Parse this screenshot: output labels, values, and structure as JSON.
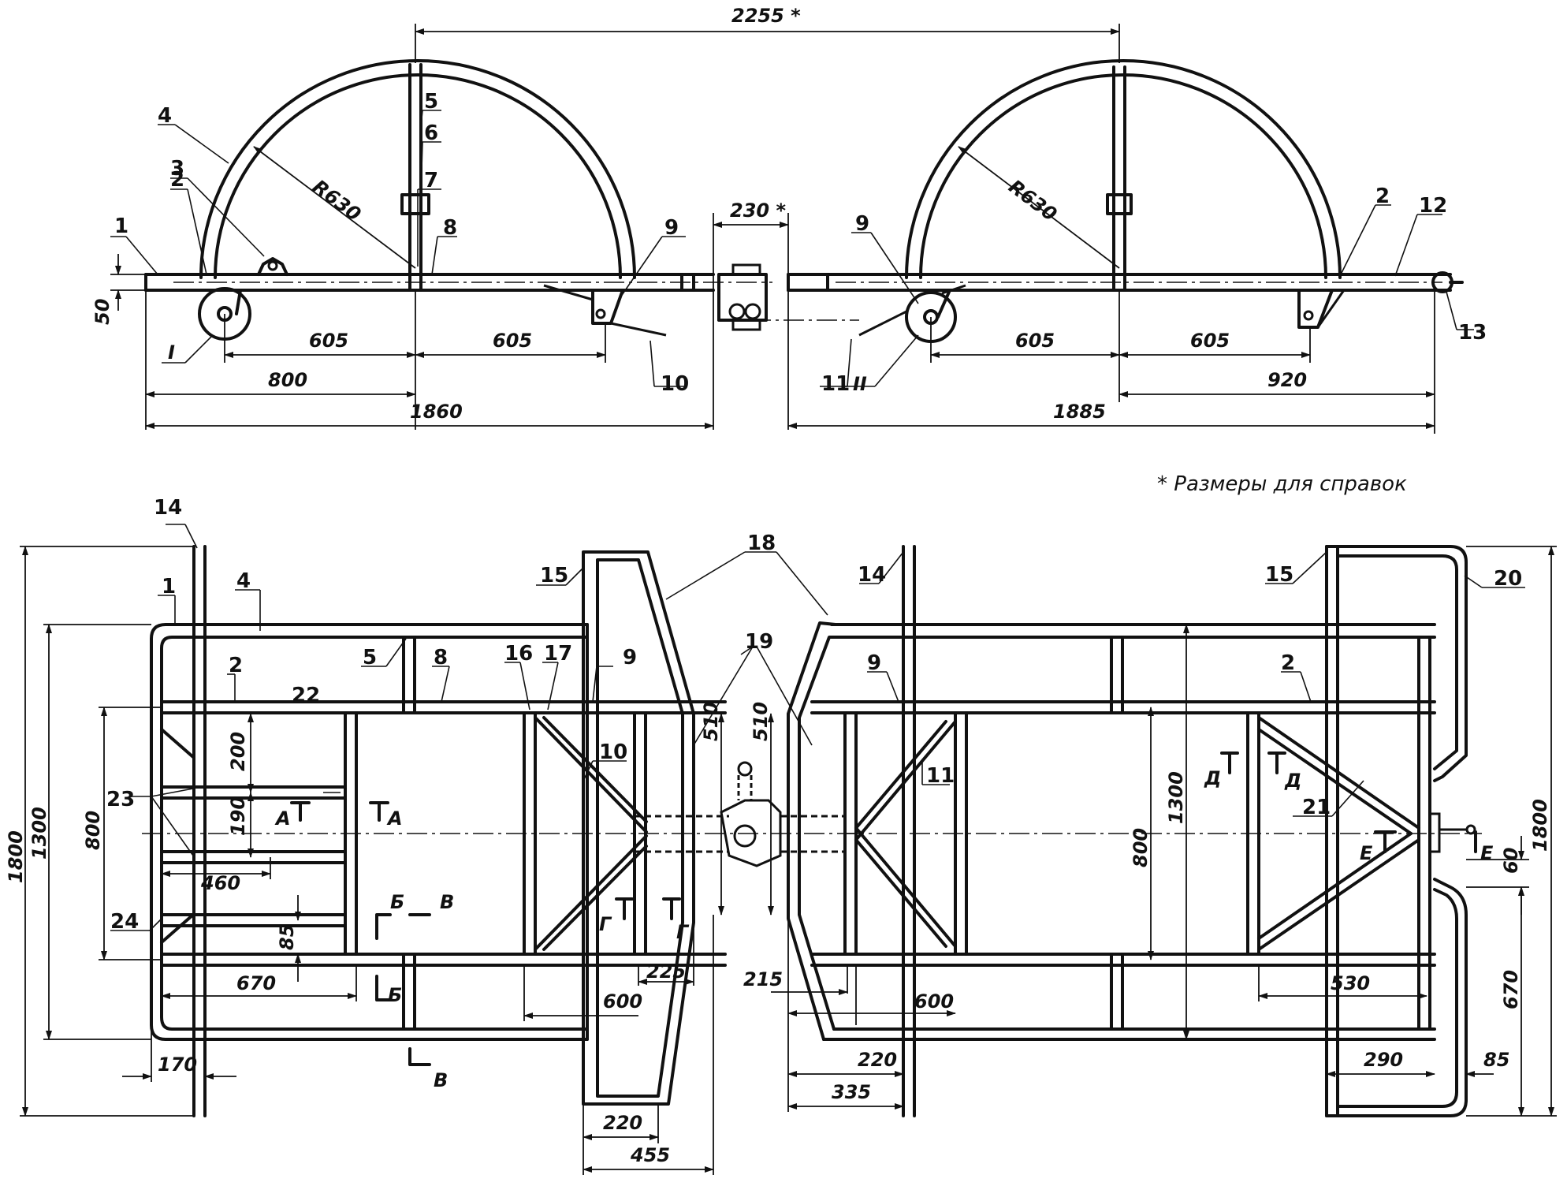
{
  "side_view": {
    "dimensions": {
      "top_span": "2255 *",
      "gap": "230 *",
      "radius_left": "R630",
      "radius_right": "R630",
      "height": "50",
      "l_605_a": "605",
      "l_605_b": "605",
      "l_800": "800",
      "l_1860": "1860",
      "r_605_a": "605",
      "r_605_b": "605",
      "r_920": "920",
      "r_1885": "1885"
    },
    "parts": {
      "p1": "1",
      "p2": "2",
      "p3": "3",
      "p4": "4",
      "p5": "5",
      "p6": "6",
      "p7": "7",
      "p8": "8",
      "p9": "9",
      "p10": "10",
      "p9b": "9",
      "p11": "11",
      "p2b": "2",
      "p12": "12",
      "p13": "13"
    },
    "views": {
      "v1": "I",
      "v2": "II"
    }
  },
  "note": "* Размеры для справок",
  "plan_view": {
    "dimensions": {
      "h1800_left": "1800",
      "h1300_left": "1300",
      "h800_left": "800",
      "d200": "200",
      "d190": "190",
      "d460": "460",
      "d85a": "85",
      "d670a": "670",
      "d170": "170",
      "d600a": "600",
      "d225": "225",
      "d220a": "220",
      "d455": "455",
      "d510a": "510",
      "d510b": "510",
      "d215": "215",
      "d600b": "600",
      "d220b": "220",
      "d335": "335",
      "h1300_right": "1300",
      "h800_right": "800",
      "d530": "530",
      "d290": "290",
      "d85b": "85",
      "d60": "60",
      "d670b": "670",
      "h1800_right": "1800"
    },
    "parts": {
      "p14a": "14",
      "p1": "1",
      "p4": "4",
      "p15a": "15",
      "p18": "18",
      "p19": "19",
      "p2a": "2",
      "p5": "5",
      "p8": "8",
      "p16": "16",
      "p17": "17",
      "p9a": "9",
      "p10": "10",
      "p22": "22",
      "p23": "23",
      "p24": "24",
      "p14b": "14",
      "p15b": "15",
      "p20": "20",
      "p9b": "9",
      "p2b": "2",
      "p11": "11",
      "p21": "21"
    },
    "sections": {
      "a1": "А",
      "a2": "А",
      "b1": "Б",
      "b2": "Б",
      "v1": "В",
      "v2": "В",
      "g1": "Г",
      "g2": "Г",
      "d1": "Д",
      "d2": "Д",
      "e1": "Е",
      "e2": "Е"
    }
  }
}
